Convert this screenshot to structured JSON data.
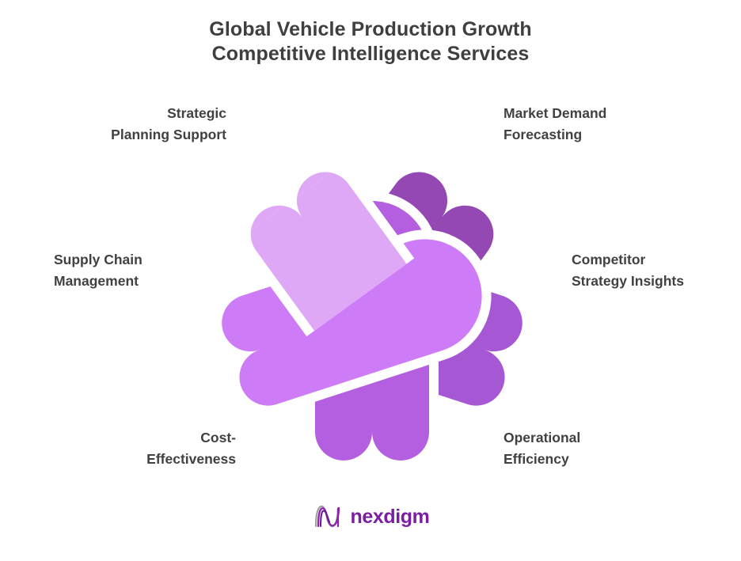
{
  "title": {
    "line1": "Global Vehicle Production Growth",
    "line2": "Competitive Intelligence Services",
    "color": "#3f3f3f"
  },
  "labels": {
    "strategic_planning_support": "Strategic\nPlanning Support",
    "market_demand_forecasting": "Market Demand\nForecasting",
    "supply_chain_management": "Supply Chain\nManagement",
    "competitor_strategy_insights": "Competitor\nStrategy Insights",
    "cost_effectiveness": "Cost-\nEffectiveness",
    "operational_efficiency": "Operational\nEfficiency"
  },
  "diagram": {
    "type": "five-fold-interlocking-knot",
    "segments": [
      {
        "name": "strategic-planning-support",
        "position": "top-left",
        "color": "#DFA8F6"
      },
      {
        "name": "market-demand-forecasting",
        "position": "top-right",
        "color": "#9448B4"
      },
      {
        "name": "competitor-strategy-insights",
        "position": "right",
        "color": "#A657D4"
      },
      {
        "name": "operational-efficiency",
        "position": "bottom-right",
        "color": "#B45EE0"
      },
      {
        "name": "cost-effectiveness",
        "position": "bottom-left",
        "color": "#C45DF0"
      },
      {
        "name": "supply-chain-management",
        "position": "left",
        "color": "#CE7BF7"
      }
    ],
    "background": "#ffffff"
  },
  "logo": {
    "text": "nexdigm",
    "mark": "stylized-n-wave",
    "color": "#7b1fa2",
    "mark_color_primary": "#8e24aa",
    "mark_color_secondary": "#9e9e9e"
  }
}
